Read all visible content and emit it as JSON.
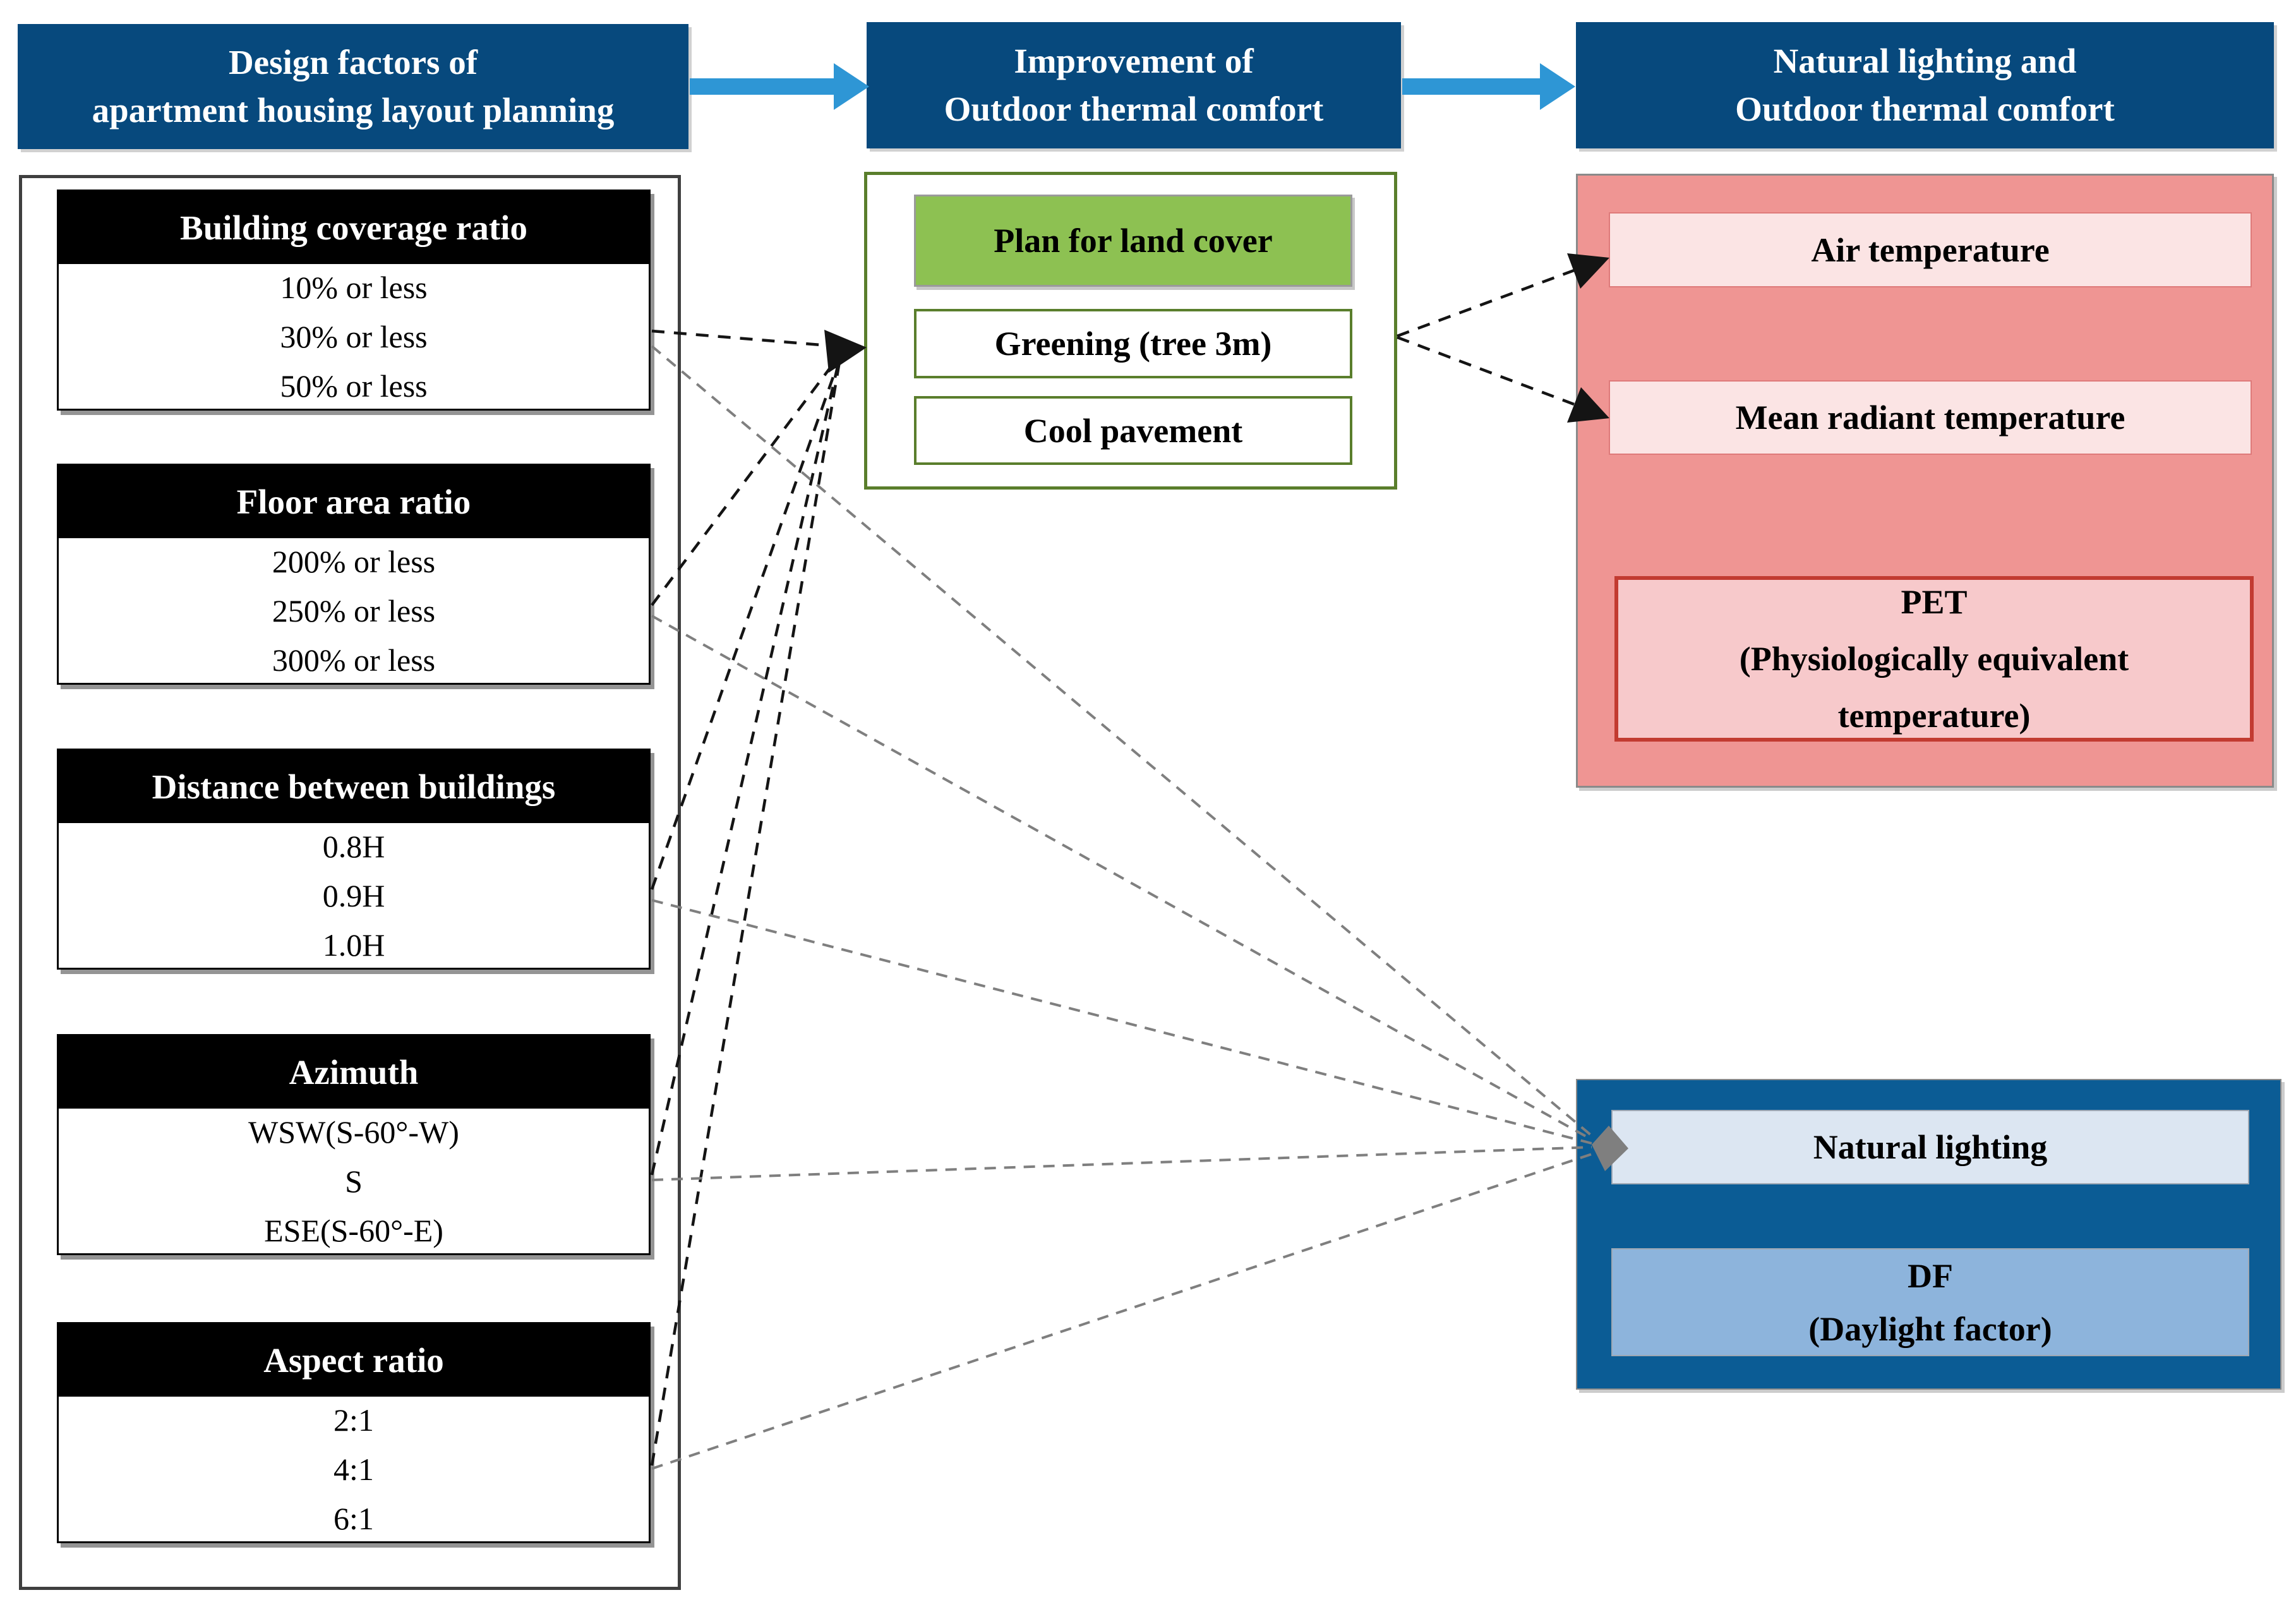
{
  "colors": {
    "header_blue": "#07497D",
    "panel_blue": "#0B5C95",
    "natural_lighting_fill": "#DCE6F2",
    "df_fill": "#8DB4DC",
    "thermal_fill": "#EF9593",
    "thermal_item_fill": "#FBE4E4",
    "thermal_item_border": "#DE7A7A",
    "pet_fill": "#F7C9CB",
    "pet_border": "#C23B31",
    "green_fill": "#8DC152",
    "green_border": "#5A7E2C",
    "factor_header": "#000000",
    "flow_arrow_blue": "#2E96D5",
    "dash_black": "#141414",
    "dash_gray": "#7F7F7F"
  },
  "headers": [
    {
      "lines": [
        "Design factors of",
        "apartment housing layout planning"
      ]
    },
    {
      "lines": [
        "Improvement of",
        "Outdoor thermal comfort"
      ]
    },
    {
      "lines": [
        "Natural lighting and",
        "Outdoor thermal comfort"
      ]
    }
  ],
  "design_factors": {
    "factors": [
      {
        "title": "Building coverage ratio",
        "options": [
          "10% or less",
          "30% or less",
          "50% or less"
        ]
      },
      {
        "title": "Floor area ratio",
        "options": [
          "200% or less",
          "250% or less",
          "300% or less"
        ]
      },
      {
        "title": "Distance between buildings",
        "options": [
          "0.8H",
          "0.9H",
          "1.0H"
        ]
      },
      {
        "title": "Azimuth",
        "options": [
          "WSW(S-60°-W)",
          "S",
          "ESE(S-60°-E)"
        ]
      },
      {
        "title": "Aspect ratio",
        "options": [
          "2:1",
          "4:1",
          "6:1"
        ]
      }
    ]
  },
  "land_cover": {
    "items": [
      {
        "label": "Plan for land cover"
      },
      {
        "label": "Greening (tree 3m)"
      },
      {
        "label": "Cool pavement"
      }
    ]
  },
  "thermal": {
    "items": [
      {
        "label": "Air temperature"
      },
      {
        "label": "Mean radiant temperature"
      }
    ],
    "pet_lines": [
      "PET",
      "(Physiologically equivalent",
      "temperature)"
    ]
  },
  "lighting": {
    "natural_label": "Natural lighting",
    "df_lines": [
      "DF",
      "(Daylight factor)"
    ]
  }
}
